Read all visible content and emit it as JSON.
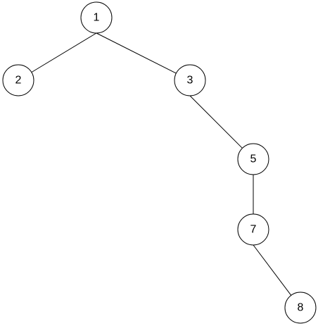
{
  "diagram": {
    "type": "binary-tree",
    "nodes": [
      {
        "id": "n1",
        "label": "1"
      },
      {
        "id": "n2",
        "label": "2"
      },
      {
        "id": "n3",
        "label": "3"
      },
      {
        "id": "n5",
        "label": "5"
      },
      {
        "id": "n7",
        "label": "7"
      },
      {
        "id": "n8",
        "label": "8"
      }
    ],
    "edges": [
      {
        "from": "n1",
        "to": "n2"
      },
      {
        "from": "n1",
        "to": "n3"
      },
      {
        "from": "n3",
        "to": "n5"
      },
      {
        "from": "n5",
        "to": "n7"
      },
      {
        "from": "n7",
        "to": "n8"
      }
    ],
    "colors": {
      "stroke": "#000000",
      "fill": "#ffffff",
      "text": "#000000"
    }
  }
}
